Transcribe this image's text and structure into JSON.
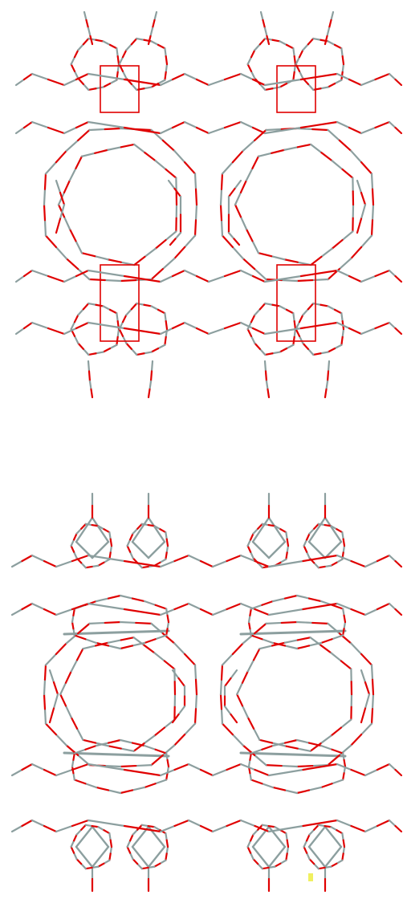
{
  "panels": [
    {
      "id": "top",
      "view": "framework-view-1"
    },
    {
      "id": "bottom",
      "view": "framework-view-2"
    }
  ],
  "colors": {
    "background": "#ffffff",
    "silicon": "#8c9f9f",
    "oxygen": "#e00000",
    "highlight": "#f0f060"
  }
}
